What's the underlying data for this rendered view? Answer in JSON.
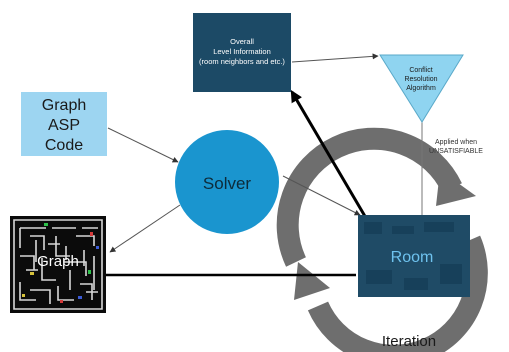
{
  "nodes": {
    "overall": {
      "lines": [
        "Overall",
        "Level Information",
        "(room neighbors and etc.)"
      ],
      "fill": "#1c4a66",
      "text_color": "#ffffff"
    },
    "conflict": {
      "lines": [
        "Conflict",
        "Resolution",
        "Algorithm"
      ],
      "fill": "#8fd4f0",
      "stroke": "#5aa9c9",
      "text_color": "#1a1a1a"
    },
    "asp": {
      "lines": [
        "Graph",
        "ASP",
        "Code"
      ],
      "fill": "#9dd5f1",
      "text_color": "#1a1a1a"
    },
    "solver": {
      "label": "Solver",
      "fill": "#1a95cf",
      "text_color": "#0d2b3a"
    },
    "graph": {
      "label": "Graph",
      "text_color": "#ffffff"
    },
    "room": {
      "label": "Room",
      "fill": "#1f4b66",
      "text_color": "#6ec2ee"
    }
  },
  "annotations": {
    "applied_line1": "Applied when",
    "applied_line2": "UNSATISFIABLE",
    "iteration": "Iteration"
  },
  "colors": {
    "thin_arrow": "#555555",
    "thick_arrow": "#000000",
    "cycle_arrows": "#6e6e6e"
  }
}
